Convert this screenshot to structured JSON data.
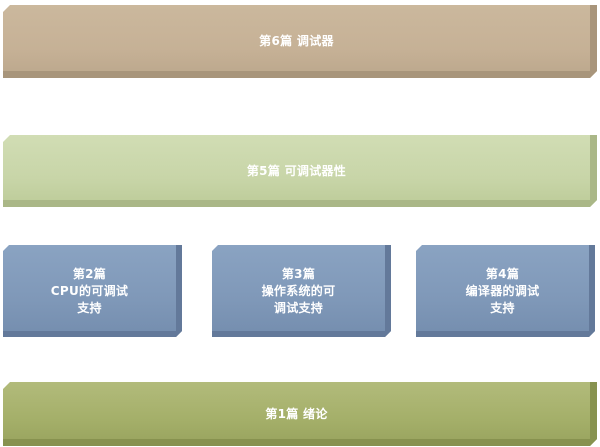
{
  "layers": {
    "part6": {
      "label": "第6篇  调试器"
    },
    "part5": {
      "label": "第5篇  可调试器性"
    },
    "part2": {
      "lines": [
        "第2篇",
        "CPU的可调试",
        "支持"
      ]
    },
    "part3": {
      "lines": [
        "第3篇",
        "操作系统的可",
        "调试支持"
      ]
    },
    "part4": {
      "lines": [
        "第4篇",
        "编译器的调试",
        "支持"
      ]
    },
    "part1": {
      "label": "第1篇  绪论"
    }
  },
  "colors": {
    "part6": "#c6b196",
    "part5": "#c8d5a8",
    "middle": "#7f98b8",
    "part1": "#a4af69"
  }
}
